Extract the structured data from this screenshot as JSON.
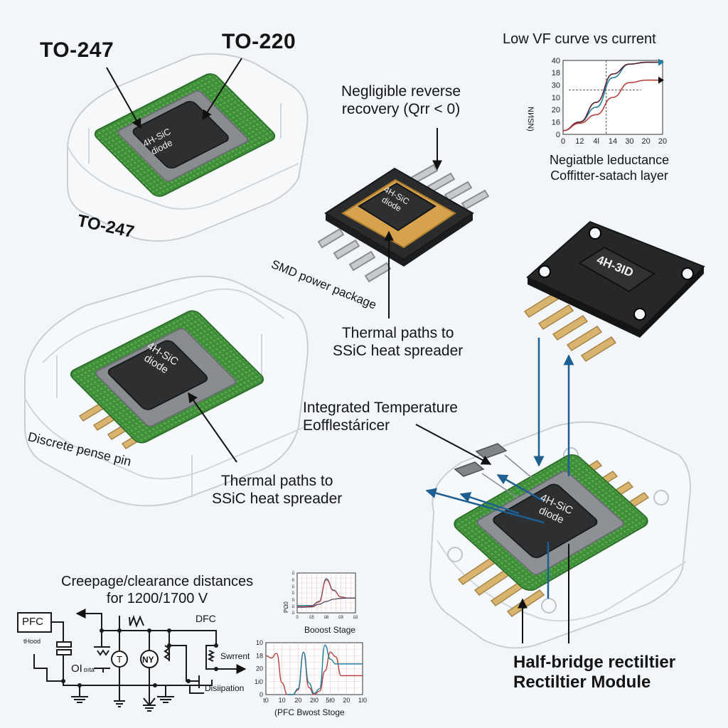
{
  "labels": {
    "to247_top": "TO-247",
    "to220_top": "TO-220",
    "to247_side": "TO-247",
    "reverse_recovery_l1": "Negligible reverse",
    "reverse_recovery_l2": "recovery (Qrr < 0)",
    "smd_package": "SMD power package",
    "thermal_paths_1_l1": "Thermal paths to",
    "thermal_paths_1_l2": "SSiC heat spreader",
    "thermal_paths_2_l1": "Thermal paths to",
    "thermal_paths_2_l2": "SSiC heat spreader",
    "integrated_temp_l1": "Integrated Temperature",
    "integrated_temp_l2": "Eofflestáricer",
    "discrete_sense_pin": "Discrete pense pin",
    "creepage_l1": "Creepage/clearance distances",
    "creepage_l2": "for 1200/1700 V",
    "half_bridge_l1": "Half-bridge rectiltier",
    "half_bridge_l2": "Rectiltier Module",
    "vf_l1": "Negiatble leductance",
    "vf_l2": "Coffitter-satach layer"
  },
  "chips": {
    "to247_die": [
      "4H-SiC",
      "diode"
    ],
    "smd_die": [
      "4H-SiC",
      "diode"
    ],
    "module_die": [
      "4H-SiC",
      "diode"
    ],
    "black_module": "4H-3ID",
    "half_bridge_die": [
      "4H-SiC",
      "diode"
    ]
  },
  "schematic": {
    "pfc_box": "PFC",
    "dfc_label": "DFC",
    "thood_label": "tHood",
    "oi_label": "OI",
    "oi_sub": "ɒıta",
    "swrrent_label": "Swrrent",
    "dissipation_label": "Disiipation",
    "t_symbol": "T",
    "ny_symbol": "NY"
  },
  "colors": {
    "background": "#f3f6f9",
    "pcb_green": "#3f8f3a",
    "die_black": "#2d2f31",
    "spreader_gray": "#8a8d90",
    "smd_gold": "#d6a24e",
    "pin_gold": "#d9b46e",
    "arrow_blue": "#1e5f93",
    "curve_teal": "#1f7fa0",
    "curve_red": "#b8403a"
  },
  "chart_data": [
    {
      "type": "line",
      "title": "Low VF curve vs current",
      "xlabel": "",
      "ylabel": "NI⁄ISN)",
      "x_tick_labels": [
        "0",
        "12",
        "4l",
        "14",
        "30",
        "20",
        "20"
      ],
      "y_tick_labels": [
        "0",
        "16",
        "20",
        "10",
        "30",
        "18",
        "40"
      ],
      "grid": false,
      "x": [
        0,
        1,
        2,
        3,
        4,
        5,
        6
      ],
      "series": [
        {
          "name": "teal",
          "color": "#1f7fa0",
          "values": [
            0.3,
            1.0,
            2.2,
            4.6,
            5.7,
            5.85,
            5.85
          ]
        },
        {
          "name": "dark",
          "color": "#5a2030",
          "values": [
            0.3,
            1.0,
            2.6,
            4.9,
            5.7,
            5.85,
            5.85
          ]
        },
        {
          "name": "red",
          "color": "#b8403a",
          "values": [
            0.3,
            0.9,
            1.6,
            3.0,
            4.2,
            4.4,
            4.4
          ]
        }
      ],
      "reference_lines": {
        "vertical_x": 2.6,
        "horizontal_y": 3.6
      },
      "ylim": [
        0,
        6
      ],
      "legend": "none"
    },
    {
      "type": "line",
      "title": "",
      "xlabel": "Booost Stage",
      "ylabel": "PΩ0",
      "x_tick_labels": [
        "0",
        "ŭ5",
        "ŭ6",
        "ŭ9",
        "ŭ3"
      ],
      "y_tick_labels": [
        "ŭ",
        "ŭ",
        "ŭ",
        "ŭ",
        "ŭ",
        "ŭ",
        "ŭ"
      ],
      "grid": true,
      "x": [
        0,
        0.5,
        1,
        1.5,
        2,
        2.5,
        3,
        3.5,
        4
      ],
      "series": [
        {
          "name": "teal",
          "color": "#1f7fa0",
          "values": [
            1.3,
            1.3,
            1.3,
            2.0,
            6.0,
            4.0,
            2.8,
            2.6,
            2.6
          ]
        },
        {
          "name": "red",
          "color": "#b8403a",
          "values": [
            1.1,
            1.1,
            1.2,
            1.9,
            5.8,
            3.9,
            2.8,
            2.6,
            2.6
          ]
        },
        {
          "name": "dark",
          "color": "#4a3a50",
          "values": [
            1.0,
            1.0,
            1.05,
            1.5,
            2.0,
            2.4,
            2.55,
            2.6,
            2.6
          ]
        }
      ],
      "ylim": [
        0,
        7
      ],
      "legend": "none"
    },
    {
      "type": "line",
      "title": "",
      "xlabel": "(PFC Bwost Stoge",
      "ylabel": "",
      "x_tick_labels": [
        "t0",
        "10",
        "20",
        "2l0",
        "5t0",
        "20",
        "1l0"
      ],
      "y_tick_labels": [
        "0",
        "1i0",
        "20",
        "18",
        "10"
      ],
      "grid": true,
      "x": [
        0,
        1,
        2,
        3,
        4,
        5,
        6,
        7,
        8,
        9,
        10,
        11,
        12,
        13,
        14,
        15,
        16,
        17,
        18
      ],
      "series": [
        {
          "name": "red",
          "color": "#b8403a",
          "values": [
            3.3,
            3.1,
            3.5,
            1.0,
            0,
            0,
            0.4,
            3.6,
            0.6,
            0,
            0.3,
            2.0,
            3.6,
            3.2,
            1.6,
            1.6,
            1.6,
            1.6,
            1.6
          ]
        },
        {
          "name": "teal",
          "color": "#1f7fa0",
          "values": [
            null,
            null,
            null,
            null,
            0,
            0,
            0.5,
            3.6,
            1.0,
            0.1,
            0.5,
            4.2,
            3.0,
            2.6,
            2.6,
            2.6,
            2.6,
            2.6,
            2.6
          ]
        }
      ],
      "ylim": [
        0,
        4.4
      ],
      "legend": "none"
    }
  ]
}
